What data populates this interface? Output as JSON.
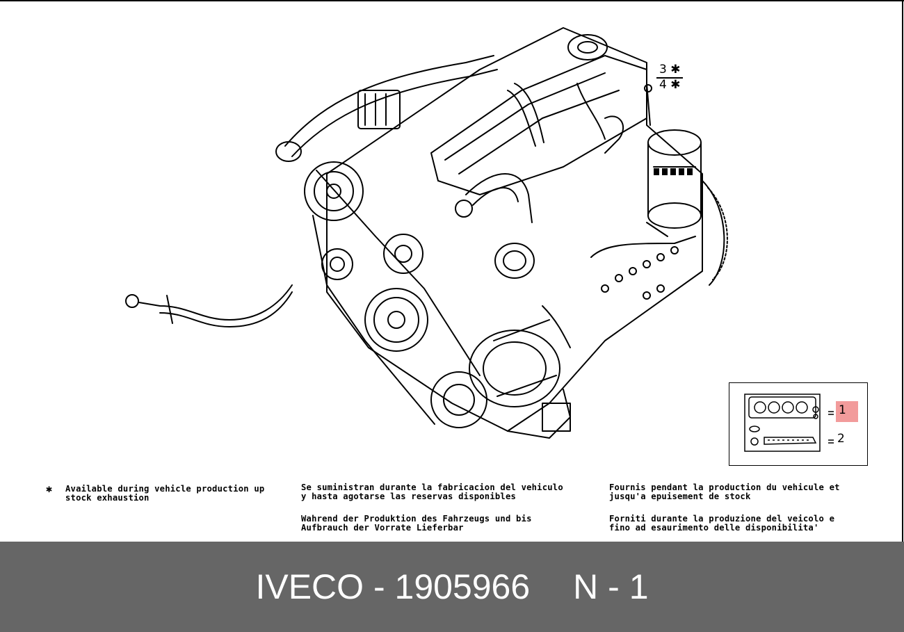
{
  "diagram": {
    "callouts": {
      "ref_3": "3",
      "ref_4": "4",
      "star": "✱"
    },
    "inset": {
      "item_1": "1",
      "item_2": "2",
      "highlight_color": "#f08a8a"
    }
  },
  "notes": {
    "marker": "✱",
    "en": "Available during vehicle production up\nstock exhaustion",
    "es": "Se suministran durante la fabricacion del vehiculo\ny hasta agotarse las reservas disponibles",
    "de": "Wahrend der Produktion des Fahrzeugs und bis\nAufbrauch der Vorrate Lieferbar",
    "fr": "Fournis pendant la production du vehicule et\njusqu'a epuisement de stock",
    "it": "Forniti durante la produzione del veicolo e\nfino ad esaurimento delle disponibilita'"
  },
  "footer": {
    "brand": "IVECO",
    "separator": "-",
    "part_number": "1905966",
    "page_label": "N - 1",
    "background_color": "#666666"
  }
}
